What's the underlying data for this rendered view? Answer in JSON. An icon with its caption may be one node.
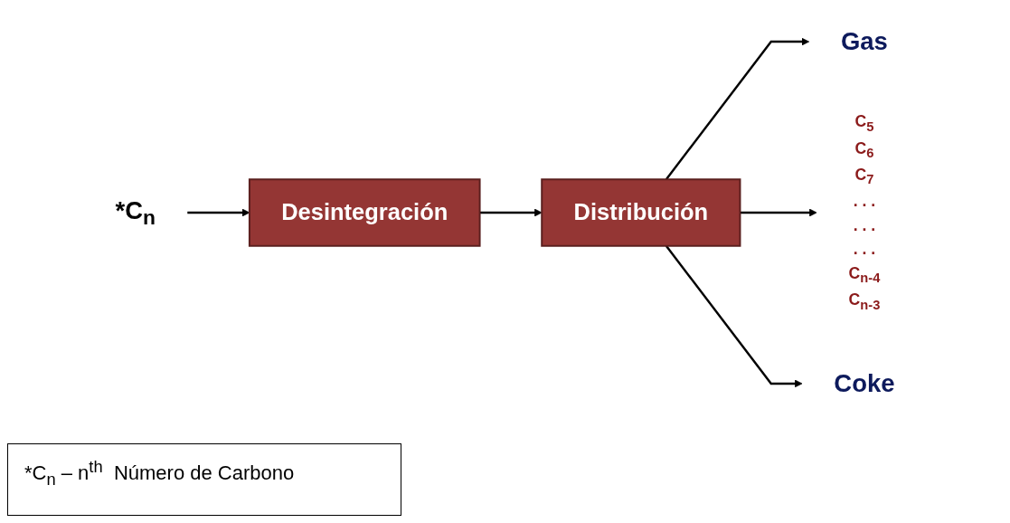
{
  "diagram": {
    "nodes": [
      {
        "text": [
          "*C$_{n}$"
        ]
      },
      {
        "text": [
          "Desintegración"
        ]
      },
      {
        "text": [
          "Distribución"
        ]
      },
      {
        "text": [
          "Gas"
        ]
      },
      {
        "text": [
          "C$_{5}$",
          "C$_{6}$",
          "C$_{7}$",
          ". . .",
          ". . .",
          ". . .",
          "C$_{n-4}$",
          "C$_{n-3}$"
        ]
      },
      {
        "text": [
          "Coke"
        ]
      }
    ],
    "edges": [
      {
        "from": 0,
        "to": 1,
        "arrow": "to"
      },
      {
        "from": 1,
        "to": 2,
        "arrow": "to"
      },
      {
        "from": 2,
        "to": 3,
        "arrow": "to"
      },
      {
        "from": 2,
        "to": 4,
        "arrow": "to"
      },
      {
        "from": 2,
        "to": 5,
        "arrow": "to"
      }
    ],
    "labels": [
      "*C$_{n}$ – n$^{th}$  Número de Carbono"
    ]
  }
}
